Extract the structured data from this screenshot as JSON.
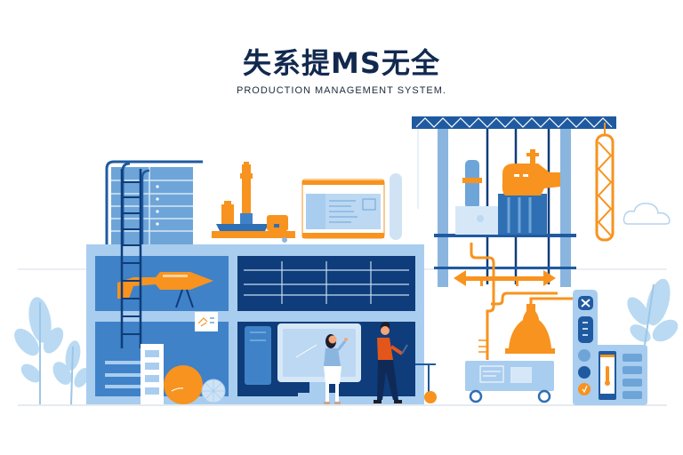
{
  "header": {
    "title": "失系提MS无全",
    "subtitle": "PRODUCTION MANAGEMENT SYSTEM."
  },
  "colors": {
    "dark_navy": "#0f3c7a",
    "mid_blue": "#2f6fb3",
    "light_blue": "#a9cdef",
    "pale_blue": "#d6e8f8",
    "orange": "#f7931e",
    "person_orange": "#e2561c",
    "title_text": "#12294f"
  },
  "illustration": {
    "factory_building": "blue-multi-panel-factory",
    "control_panel_buttons": [
      "close-x",
      "status-bars",
      "toggle",
      "gear",
      "alert"
    ],
    "figures": [
      "woman-presenting",
      "man-with-tablet"
    ]
  }
}
